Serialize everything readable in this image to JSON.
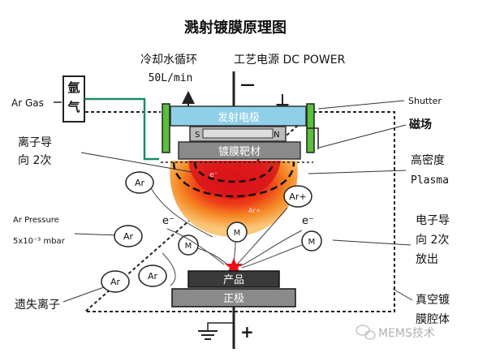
{
  "title": "溅射镀膜原理图",
  "cooling": {
    "line1": "冷却水循环",
    "line2": "50L/min"
  },
  "power": {
    "label": "工艺电源 DC POWER",
    "minus": "—",
    "plus": "+"
  },
  "argon": {
    "gas_label": "Ar Gas",
    "bottle_line1": "氩",
    "bottle_line2": "气"
  },
  "cathode": {
    "label": "发射电极",
    "magnet_s": "S",
    "magnet_n": "N",
    "target": "镀膜靶材"
  },
  "shutter": "Shutter",
  "magnetic_field": "磁场",
  "plasma": {
    "line1": "高密度",
    "line2": "Plasma",
    "ion_plus": "Ar+",
    "electron": "e⁻"
  },
  "ion_guide": {
    "line1": "离子导",
    "line2": "向 2次"
  },
  "pressure": {
    "line1": "Ar Pressure",
    "line2": "5x10⁻³ mbar"
  },
  "electron_guide": {
    "line1": "电子导",
    "line2": "向 2次",
    "line3": "放出"
  },
  "particles": {
    "ar": "Ar",
    "ar_plus": "Ar+",
    "metal": "M",
    "electron": "e⁻"
  },
  "lost_ions": "遗失离子",
  "product": "产品",
  "anode": "正极",
  "chamber": {
    "line1": "真空镀",
    "line2": "膜腔体"
  },
  "watermark": "MEMS技术"
}
